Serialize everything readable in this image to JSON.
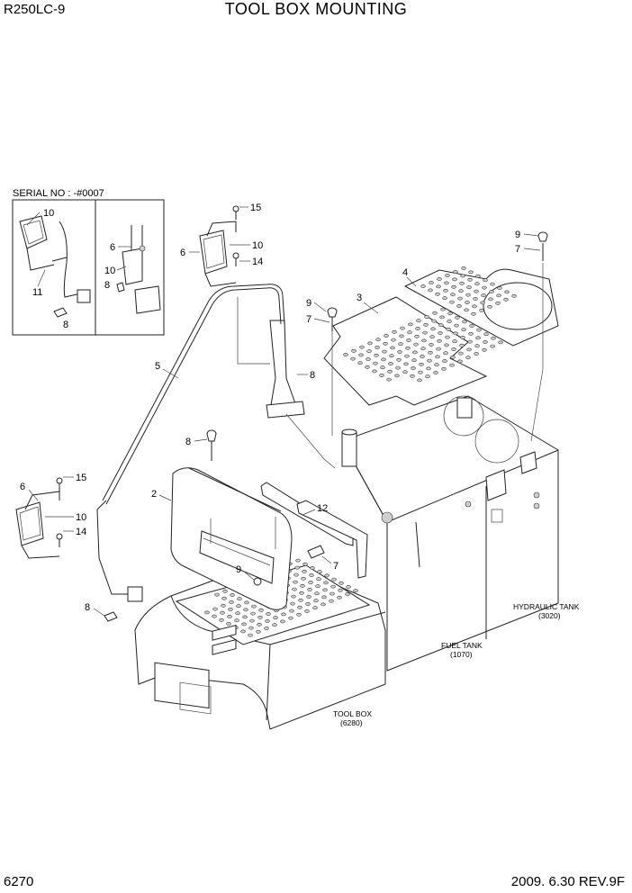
{
  "header": {
    "model": "R250LC-9",
    "title": "TOOL BOX MOUNTING"
  },
  "footer": {
    "page_number": "6270",
    "date_rev": "2009. 6.30  REV.9F"
  },
  "inset": {
    "serial_label": "SERIAL NO : -#0007"
  },
  "callouts": {
    "c1": "10",
    "c2": "6",
    "c3": "10",
    "c4": "8",
    "c5": "11",
    "c6": "8",
    "c7": "15",
    "c8": "6",
    "c9": "10",
    "c10": "14",
    "c11": "9",
    "c12": "7",
    "c13": "4",
    "c14": "9",
    "c15": "7",
    "c16": "3",
    "c17": "5",
    "c18": "8",
    "c19": "8",
    "c20": "2",
    "c21": "12",
    "c22": "6",
    "c23": "15",
    "c24": "10",
    "c25": "14",
    "c26": "9",
    "c27": "7",
    "c28": "8"
  },
  "labels": {
    "hydraulic_tank": "HYDRAULIC TANK",
    "hydraulic_tank_no": "(3020)",
    "fuel_tank": "FUEL TANK",
    "fuel_tank_no": "(1070)",
    "tool_box": "TOOL BOX",
    "tool_box_no": "(6280)"
  }
}
